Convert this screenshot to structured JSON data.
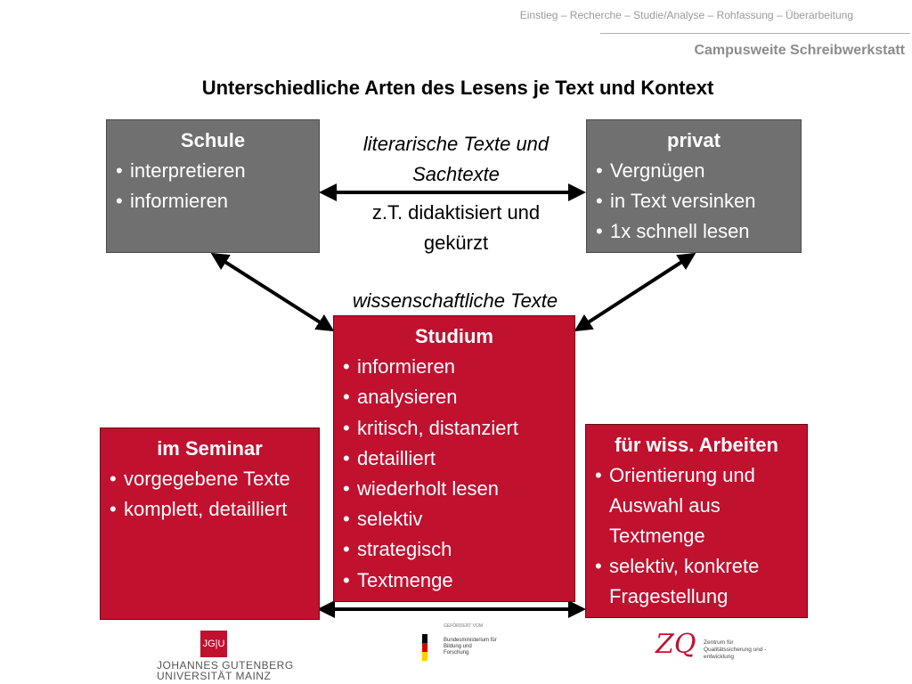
{
  "header": {
    "breadcrumb": "Einstieg – Recherche – Studie/Analyse – Rohfassung – Überarbeitung",
    "workshop": "Campusweite Schreibwerkstatt"
  },
  "title": "Unterschiedliche Arten des Lesens je Text und Kontext",
  "boxes": {
    "schule": {
      "title": "Schule",
      "items": [
        "interpretieren",
        "informieren"
      ]
    },
    "privat": {
      "title": "privat",
      "items": [
        "Vergnügen",
        "in Text versinken",
        "1x schnell lesen"
      ]
    },
    "studium": {
      "title": "Studium",
      "items": [
        "informieren",
        "analysieren",
        "kritisch, distanziert",
        "detailliert",
        "wiederholt lesen",
        "selektiv",
        "strategisch",
        "Textmenge"
      ]
    },
    "seminar": {
      "title": "im Seminar",
      "items": [
        "vorgegebene Texte",
        "komplett, detailliert"
      ]
    },
    "wiss": {
      "title": "für wiss. Arbeiten",
      "items": [
        "Orientierung und Auswahl aus Textmenge",
        "selektiv, konkrete Fragestellung"
      ]
    }
  },
  "labels": {
    "literarische": "literarische Texte und Sachtexte",
    "didaktisiert": "z.T. didaktisiert und gekürzt",
    "wissenschaftliche": "wissenschaftliche Texte"
  },
  "logos": {
    "jgu_mark": "JG|U",
    "jgu_line1": "JOHANNES GUTENBERG",
    "jgu_line2": "UNIVERSITÄT MAINZ",
    "bmbf_small": "GEFÖRDERT VOM",
    "bmbf_text": "Bundesministerium für Bildung und Forschung",
    "zq_mark": "ZQ",
    "zq_text": "Zentrum für Qualitätssicherung und -entwicklung"
  },
  "colors": {
    "gray_box": "#707070",
    "red_box": "#c0112f"
  }
}
